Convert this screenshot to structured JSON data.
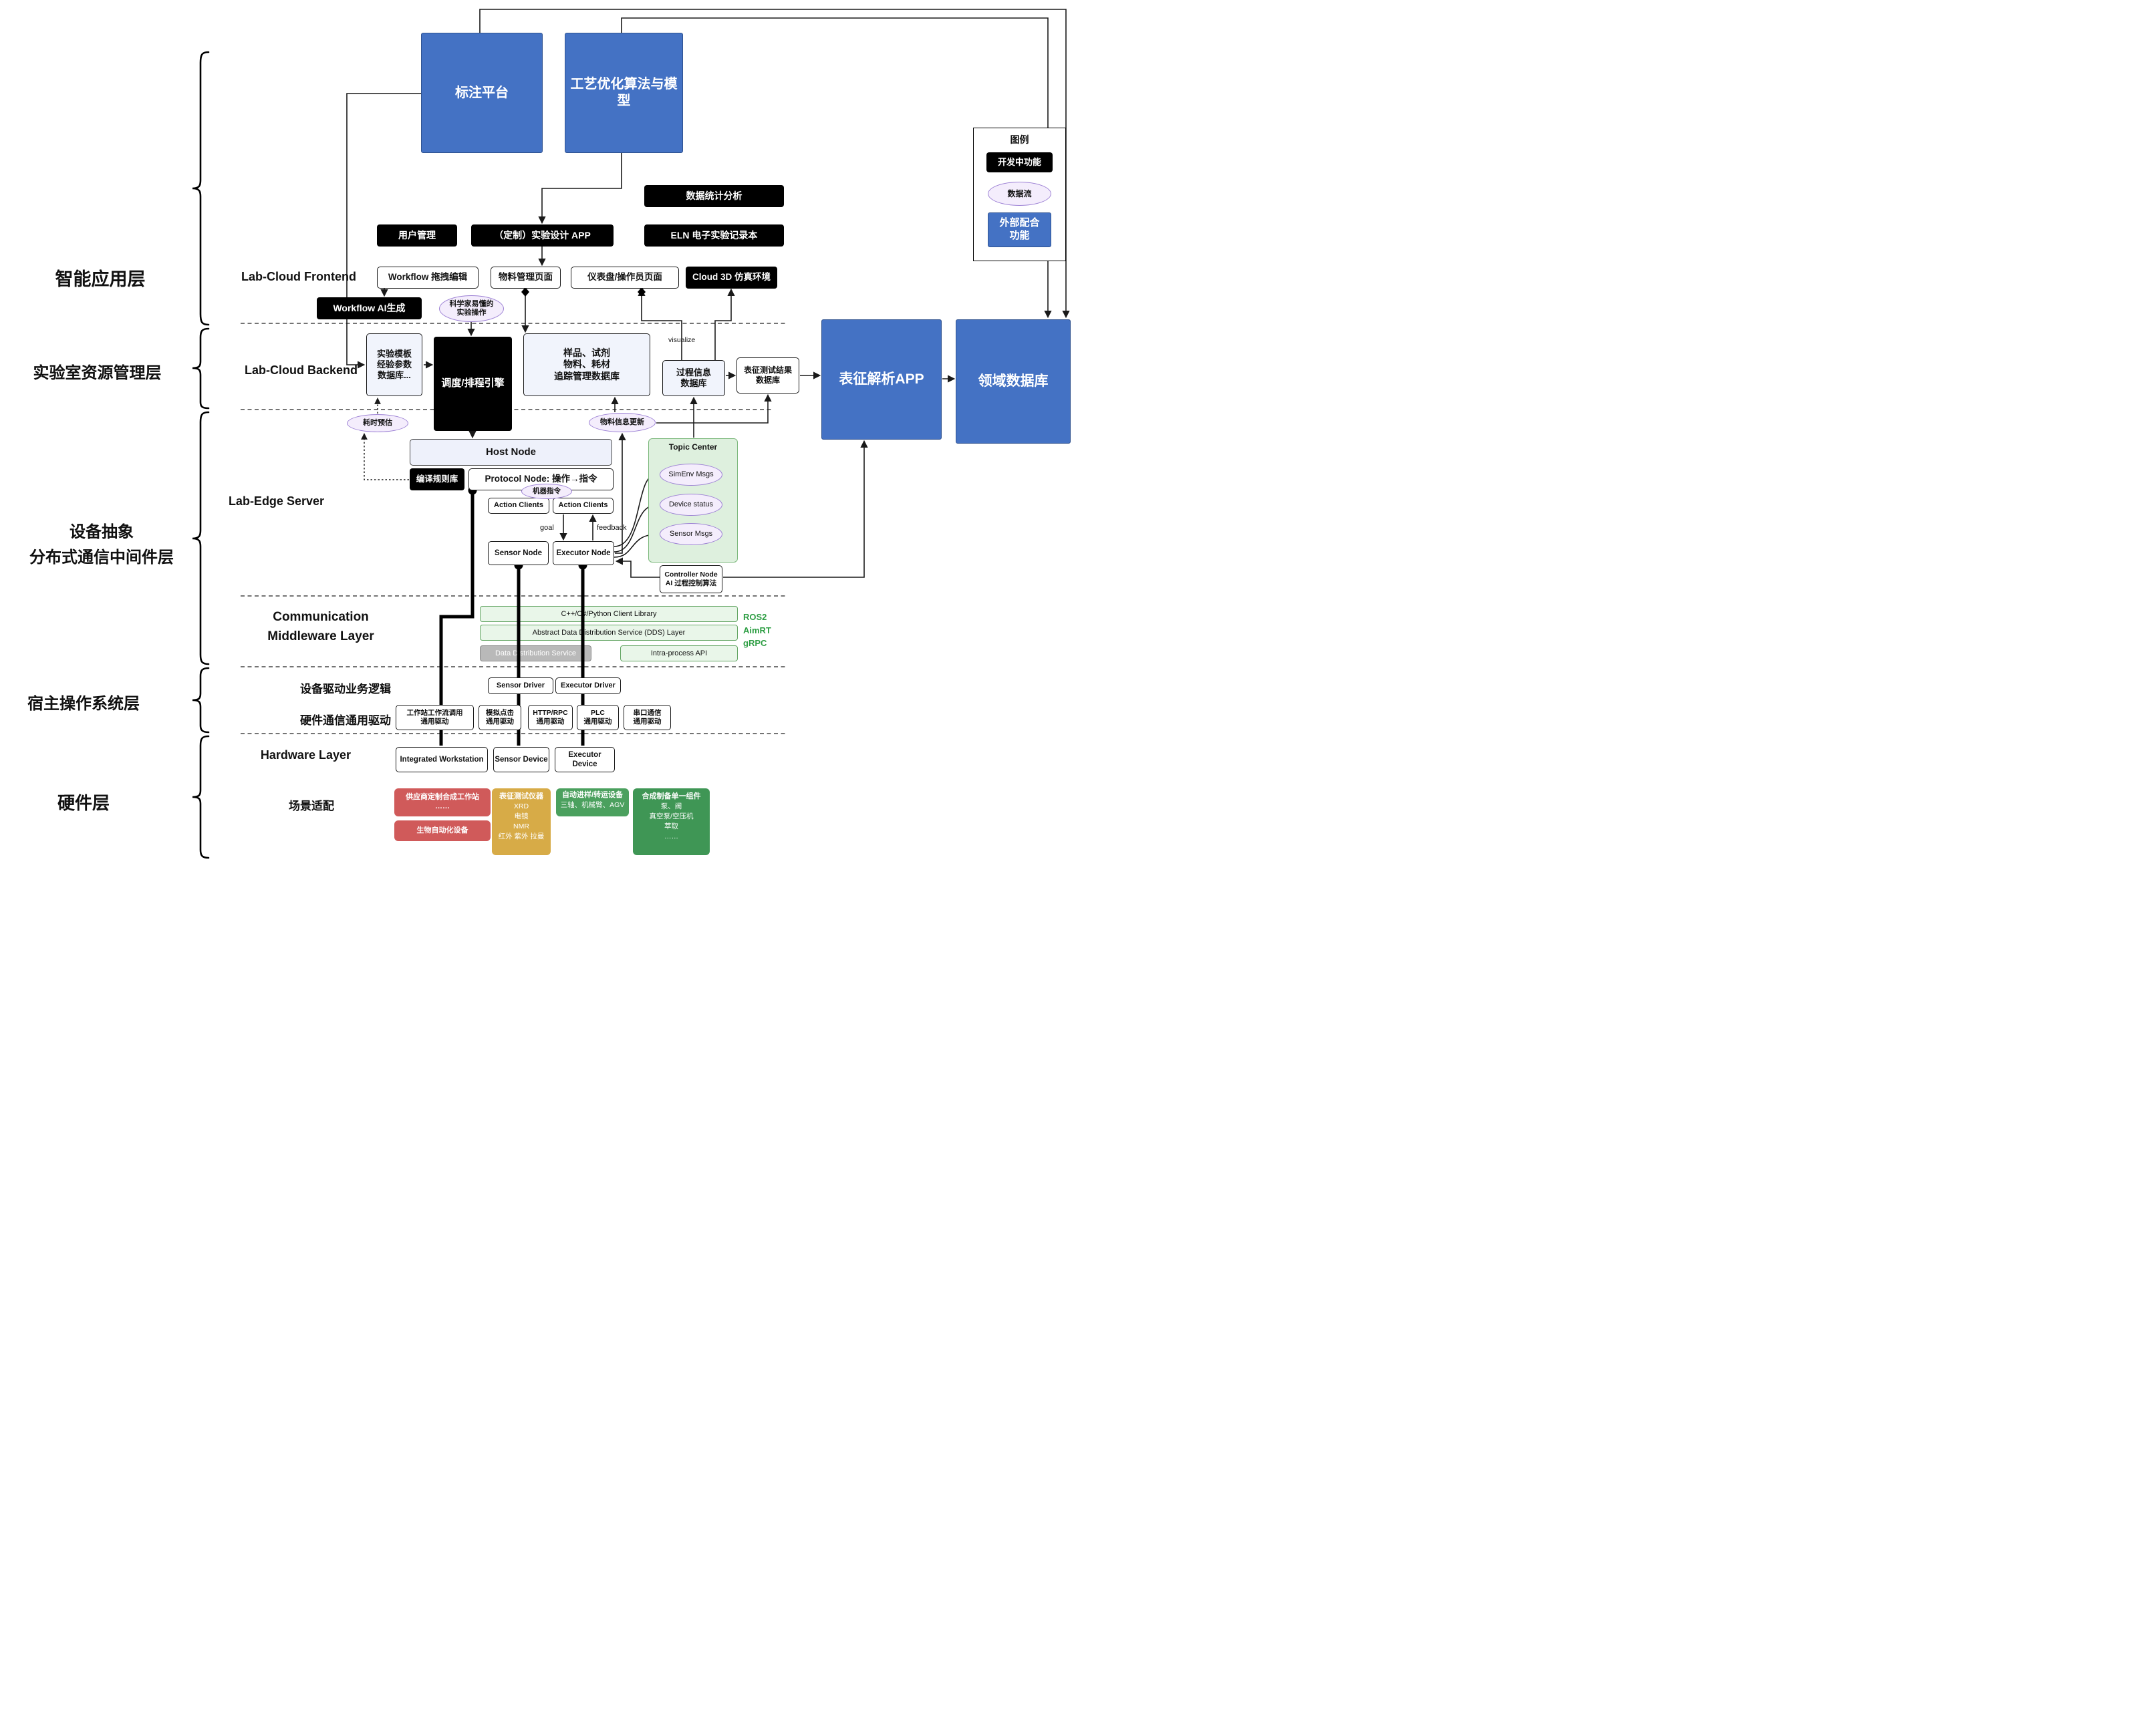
{
  "top": {
    "annotation": "标注平台",
    "process_opt": "工艺优化算法与模型"
  },
  "legend": {
    "title": "图例",
    "dev": "开发中功能",
    "dataflow": "数据流",
    "external": "外部配合\n功能"
  },
  "layer_labels": {
    "app": "智能应用层",
    "resource": "实验室资源管理层",
    "middleware": "设备抽象\n分布式通信中间件层",
    "host_os": "宿主操作系统层",
    "hardware": "硬件层"
  },
  "section_labels": {
    "frontend": "Lab-Cloud Frontend",
    "backend": "Lab-Cloud Backend",
    "edge": "Lab-Edge Server",
    "comm": "Communication\nMiddleware Layer",
    "device_logic": "设备驱动业务逻辑",
    "hw_comm": "硬件通信通用驱动",
    "hw_layer": "Hardware Layer",
    "scene": "场景适配"
  },
  "app_layer": {
    "stats": "数据统计分析",
    "user_mgmt": "用户管理",
    "exp_design": "（定制）实验设计 APP",
    "eln": "ELN 电子实验记录本",
    "workflow_edit": "Workflow 拖拽编辑",
    "material_page": "物料管理页面",
    "dashboard": "仪表盘/操作员页面",
    "cloud3d": "Cloud 3D 仿真环境",
    "workflow_ai": "Workflow AI生成",
    "sci_ops": "科学家易懂的\n实验操作"
  },
  "backend": {
    "template_db": "实验模板\n经验参数\n数据库...",
    "scheduler": "调度/排程引擎",
    "sample_db": "样品、试剂\n物料、耗材\n追踪管理数据库",
    "process_db": "过程信息\n数据库",
    "char_result_db": "表征测试结果\n数据库",
    "char_app": "表征解析APP",
    "domain_db": "领域数据库",
    "time_estimate": "耗时预估",
    "material_update": "物料信息更新",
    "visualize": "visualize"
  },
  "edge": {
    "host_node": "Host Node",
    "compile_rules": "编译规则库",
    "protocol_node": "Protocol Node: 操作→指令",
    "machine_cmd": "机器指令",
    "action_clients": "Action Clients",
    "sensor_node": "Sensor Node",
    "executor_node": "Executor Node",
    "goal": "goal",
    "feedback": "feedback",
    "topic_center": "Topic Center",
    "simenv": "SimEnv Msgs",
    "device_status": "Device status",
    "sensor_msgs": "Sensor Msgs",
    "controller": "Controller Node\nAI 过程控制算法"
  },
  "middleware": {
    "client_lib": "C++/C#/Python Client Library",
    "dds_layer": "Abstract Data Distribution Service (DDS) Layer",
    "dds_service": "Data Distribution Service",
    "intra_api": "Intra-process API",
    "stacks": "ROS2\nAimRT\ngRPC"
  },
  "host_os": {
    "sensor_driver": "Sensor Driver",
    "executor_driver": "Executor Driver",
    "drv_workstation": "工作站工作流调用\n通用驱动",
    "drv_click": "模拟点击\n通用驱动",
    "drv_http": "HTTP/RPC\n通用驱动",
    "drv_plc": "PLC\n通用驱动",
    "drv_serial": "串口通信\n通用驱动"
  },
  "hardware": {
    "workstation": "Integrated Workstation",
    "sensor_device": "Sensor Device",
    "executor_device": "Executor Device"
  },
  "scene": {
    "vendor": "供应商定制合成工作站\n……",
    "bio": "生物自动化设备",
    "char": {
      "title": "表征测试仪器",
      "items": "XRD\n电镜\nNMR\n红外 紫外 拉曼"
    },
    "transfer": {
      "title": "自动进样/转运设备",
      "items": "三轴、机械臂、AGV"
    },
    "synth": {
      "title": "合成制备单一组件",
      "items": "泵、阀\n真空泵/空压机\n萃取\n……"
    }
  },
  "colors": {
    "external_blue": "#4472c4",
    "dev_black": "#000000",
    "dataflow_fill": "#f4edfc",
    "dataflow_border": "#9b7fd4",
    "middleware_green": "#e9f6e9",
    "topic_green": "#def0de",
    "gray": "#b9b9b9",
    "red": "#d05a5a",
    "gold": "#d7ab47",
    "green": "#459c5d",
    "stack_text_green": "#2e9e44"
  }
}
